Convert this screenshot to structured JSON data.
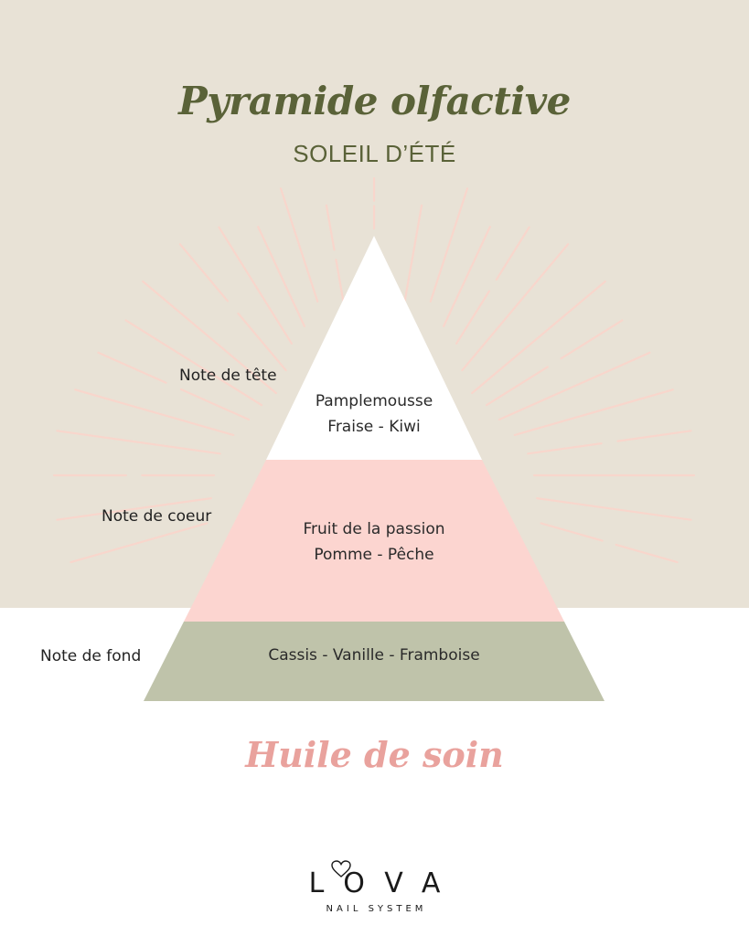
{
  "colors": {
    "background_top": "#e8e2d6",
    "background_bottom": "#ffffff",
    "title": "#5a6238",
    "rays": "#f8d6cc",
    "tier_top": "#ffffff",
    "tier_middle": "#fcd5d0",
    "tier_base": "#bfc3aa",
    "product_title": "#e9a29d"
  },
  "header": {
    "title": "Pyramide olfactive",
    "subtitle": "SOLEIL D’ÉTÉ"
  },
  "pyramid": {
    "top": {
      "label": "Note de tête",
      "lines": [
        "Pamplemousse",
        "Fraise - Kiwi"
      ]
    },
    "middle": {
      "label": "Note de coeur",
      "lines": [
        "Fruit de la passion",
        "Pomme - Pêche"
      ]
    },
    "base": {
      "label": "Note de fond",
      "lines": [
        "Cassis - Vanille - Framboise"
      ]
    }
  },
  "product": {
    "title": "Huile de soin"
  },
  "brand": {
    "name": "LOVA",
    "tagline": "NAIL SYSTEM",
    "heart_icon": "heart-outline-icon"
  }
}
